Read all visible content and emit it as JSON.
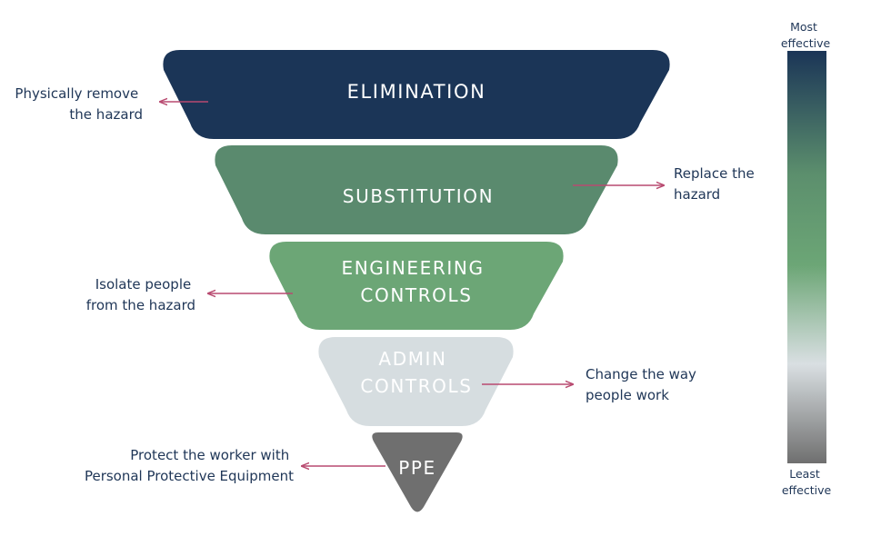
{
  "layers": [
    {
      "label_lines": [
        "ELIMINATION"
      ],
      "color": "#1b3557",
      "text_color": "#ffffff"
    },
    {
      "label_lines": [
        "SUBSTITUTION"
      ],
      "color": "#5a8a6e",
      "text_color": "#ffffff"
    },
    {
      "label_lines": [
        "ENGINEERING",
        "CONTROLS"
      ],
      "color": "#6ca676",
      "text_color": "#ffffff"
    },
    {
      "label_lines": [
        "ADMIN",
        "CONTROLS"
      ],
      "color": "#d6dde0",
      "text_color": "#ffffff"
    },
    {
      "label_lines": [
        "PPE"
      ],
      "color": "#6f6f6f",
      "text_color": "#ffffff"
    }
  ],
  "annotations": [
    {
      "lines": [
        "Physically remove",
        "the hazard"
      ],
      "side": "left"
    },
    {
      "lines": [
        "Replace the",
        "hazard"
      ],
      "side": "right"
    },
    {
      "lines": [
        "Isolate people",
        "from the hazard"
      ],
      "side": "left"
    },
    {
      "lines": [
        "Change the way",
        "people work"
      ],
      "side": "right"
    },
    {
      "lines": [
        "Protect the worker with",
        "Personal Protective Equipment"
      ],
      "side": "left"
    }
  ],
  "scale": {
    "top_label_lines": [
      "Most",
      "effective"
    ],
    "bottom_label_lines": [
      "Least",
      "effective"
    ],
    "gradient_colors": [
      "#1b3557",
      "#5c8f6d",
      "#6ca676",
      "#d9dfe2",
      "#6f6f6f"
    ]
  },
  "colors": {
    "arrow": "#b84a70",
    "annotation_text": "#1f3657"
  }
}
